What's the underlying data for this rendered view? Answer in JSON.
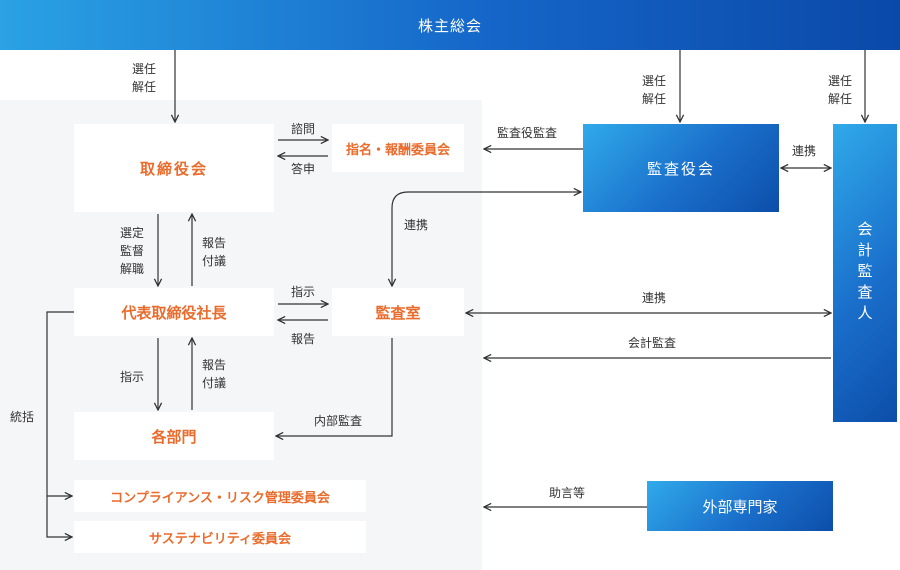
{
  "shareholders_meeting": "株主総会",
  "board": "取締役会",
  "nomination_committee": "指名・報酬委員会",
  "ceo": "代表取締役社長",
  "audit_office": "監査室",
  "departments": "各部門",
  "compliance_committee": "コンプライアンス・リスク管理委員会",
  "sustainability_committee": "サステナビリティ委員会",
  "audit_board": "監査役会",
  "accounting_auditor": "会計監査人",
  "external_experts": "外部専門家",
  "labels": {
    "elect_board": [
      "選任",
      "解任"
    ],
    "elect_audit": [
      "選任",
      "解任"
    ],
    "elect_accountant": [
      "選任",
      "解任"
    ],
    "consult": "諮問",
    "report_back": "答申",
    "audit_of_officers": "監査役監査",
    "select_supervise": [
      "選定",
      "監督",
      "解職"
    ],
    "report_proposal_board": [
      "報告",
      "付議"
    ],
    "instruct_ceo_audit": "指示",
    "report_audit_ceo": "報告",
    "instruct_dept": "指示",
    "report_proposal_dept": [
      "報告",
      "付議"
    ],
    "cooperation_1": "連携",
    "cooperation_2": "連携",
    "cooperation_3": "連携",
    "accounting_audit": "会計監査",
    "internal_audit": "内部監査",
    "advice": "助言等",
    "overall_control": "統括"
  }
}
